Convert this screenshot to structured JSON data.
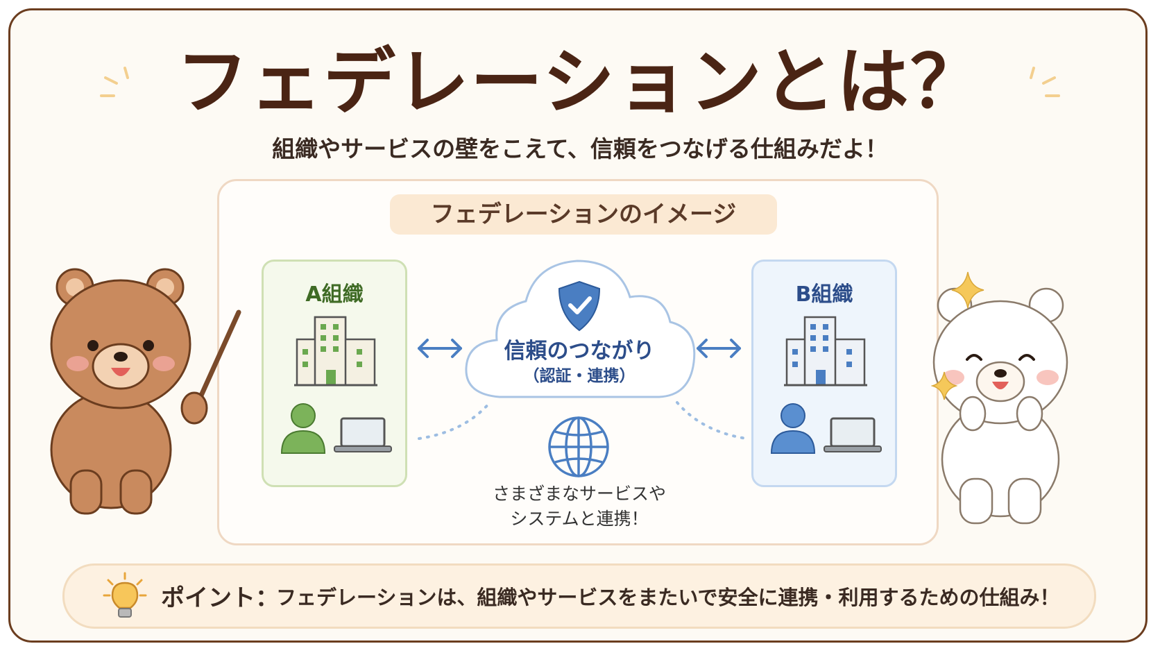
{
  "title": "フェデレーションとは？",
  "subtitle": "組織やサービスの壁をこえて、信頼をつなげる仕組みだよ！",
  "diagram": {
    "panel_title": "フェデレーションのイメージ",
    "org_a": {
      "label": "A組織",
      "color": "#6aa84f"
    },
    "org_b": {
      "label": "B組織",
      "color": "#4a7ec2"
    },
    "trust": {
      "label": "信頼のつながり",
      "sub": "（認証・連携）"
    },
    "services": {
      "line1": "さまざまなサービスや",
      "line2": "システムと連携！"
    }
  },
  "point": {
    "label": "ポイント：",
    "text": "フェデレーションは、組織やサービスをまたいで安全に連携・利用するための仕組み！"
  },
  "colors": {
    "brown": "#4a2414",
    "blue": "#4a7ec2",
    "green": "#6aa84f",
    "accent": "#f5c06a"
  }
}
